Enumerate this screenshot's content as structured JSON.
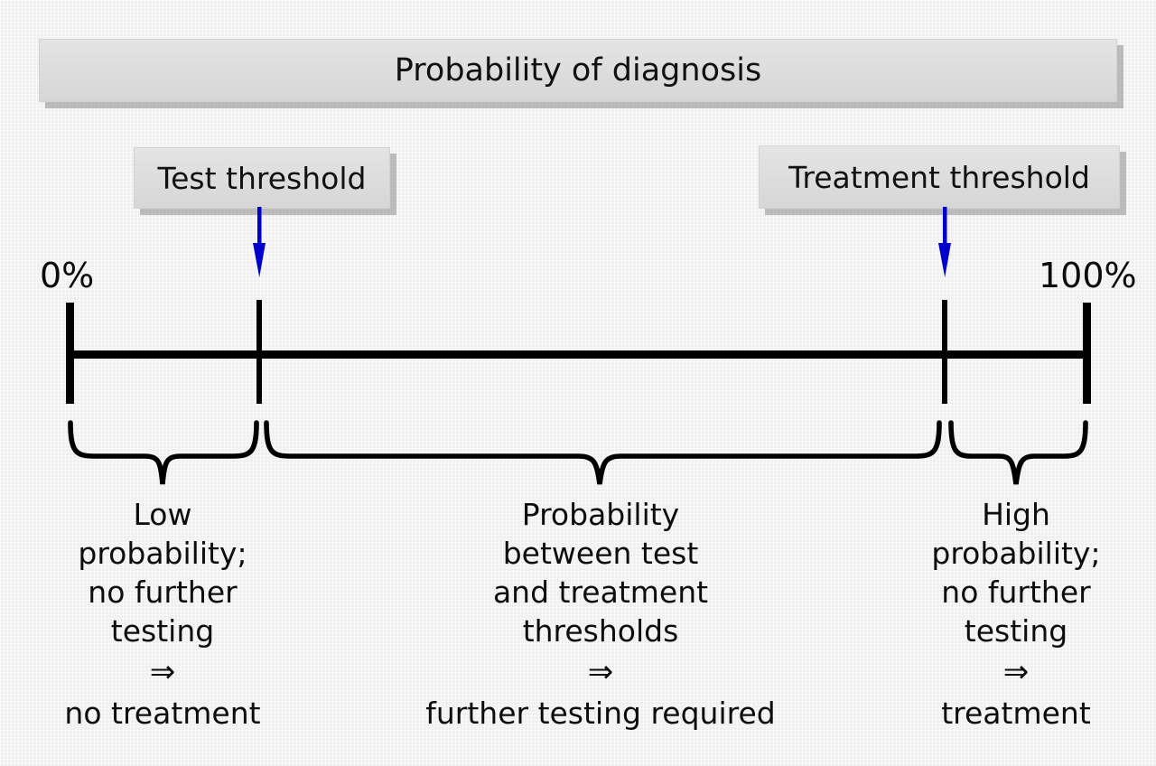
{
  "title": {
    "text": "Probability of diagnosis"
  },
  "thresholds": {
    "test_label": "Test threshold",
    "treatment_label": "Treatment threshold",
    "arrow_color": "#0000cc"
  },
  "axis": {
    "left_label": "0%",
    "right_label": "100%",
    "line_color": "#000000"
  },
  "zones": {
    "low": {
      "lines": [
        "Low",
        "probability;",
        "no further",
        "testing"
      ],
      "implies": "⇒",
      "conclusion": "no treatment"
    },
    "middle": {
      "lines": [
        "Probability",
        "between test",
        "and treatment",
        "thresholds"
      ],
      "implies": "⇒",
      "conclusion": "further testing required"
    },
    "high": {
      "lines": [
        "High",
        "probability;",
        "no further",
        "testing"
      ],
      "implies": "⇒",
      "conclusion": "treatment"
    }
  },
  "chart_data": {
    "type": "diagram",
    "title": "Probability of diagnosis",
    "scale": {
      "min": "0%",
      "max": "100%",
      "min_value": 0,
      "max_value": 100
    },
    "markers": [
      {
        "name": "Test threshold",
        "position_pct": 18.5
      },
      {
        "name": "Treatment threshold",
        "position_pct": 86.0
      }
    ],
    "segments": [
      {
        "name": "Low probability; no further testing",
        "from_pct": 0,
        "to_pct": 18.5,
        "action": "no treatment"
      },
      {
        "name": "Probability between test and treatment thresholds",
        "from_pct": 18.5,
        "to_pct": 86.0,
        "action": "further testing required"
      },
      {
        "name": "High probability; no further testing",
        "from_pct": 86.0,
        "to_pct": 100,
        "action": "treatment"
      }
    ]
  }
}
